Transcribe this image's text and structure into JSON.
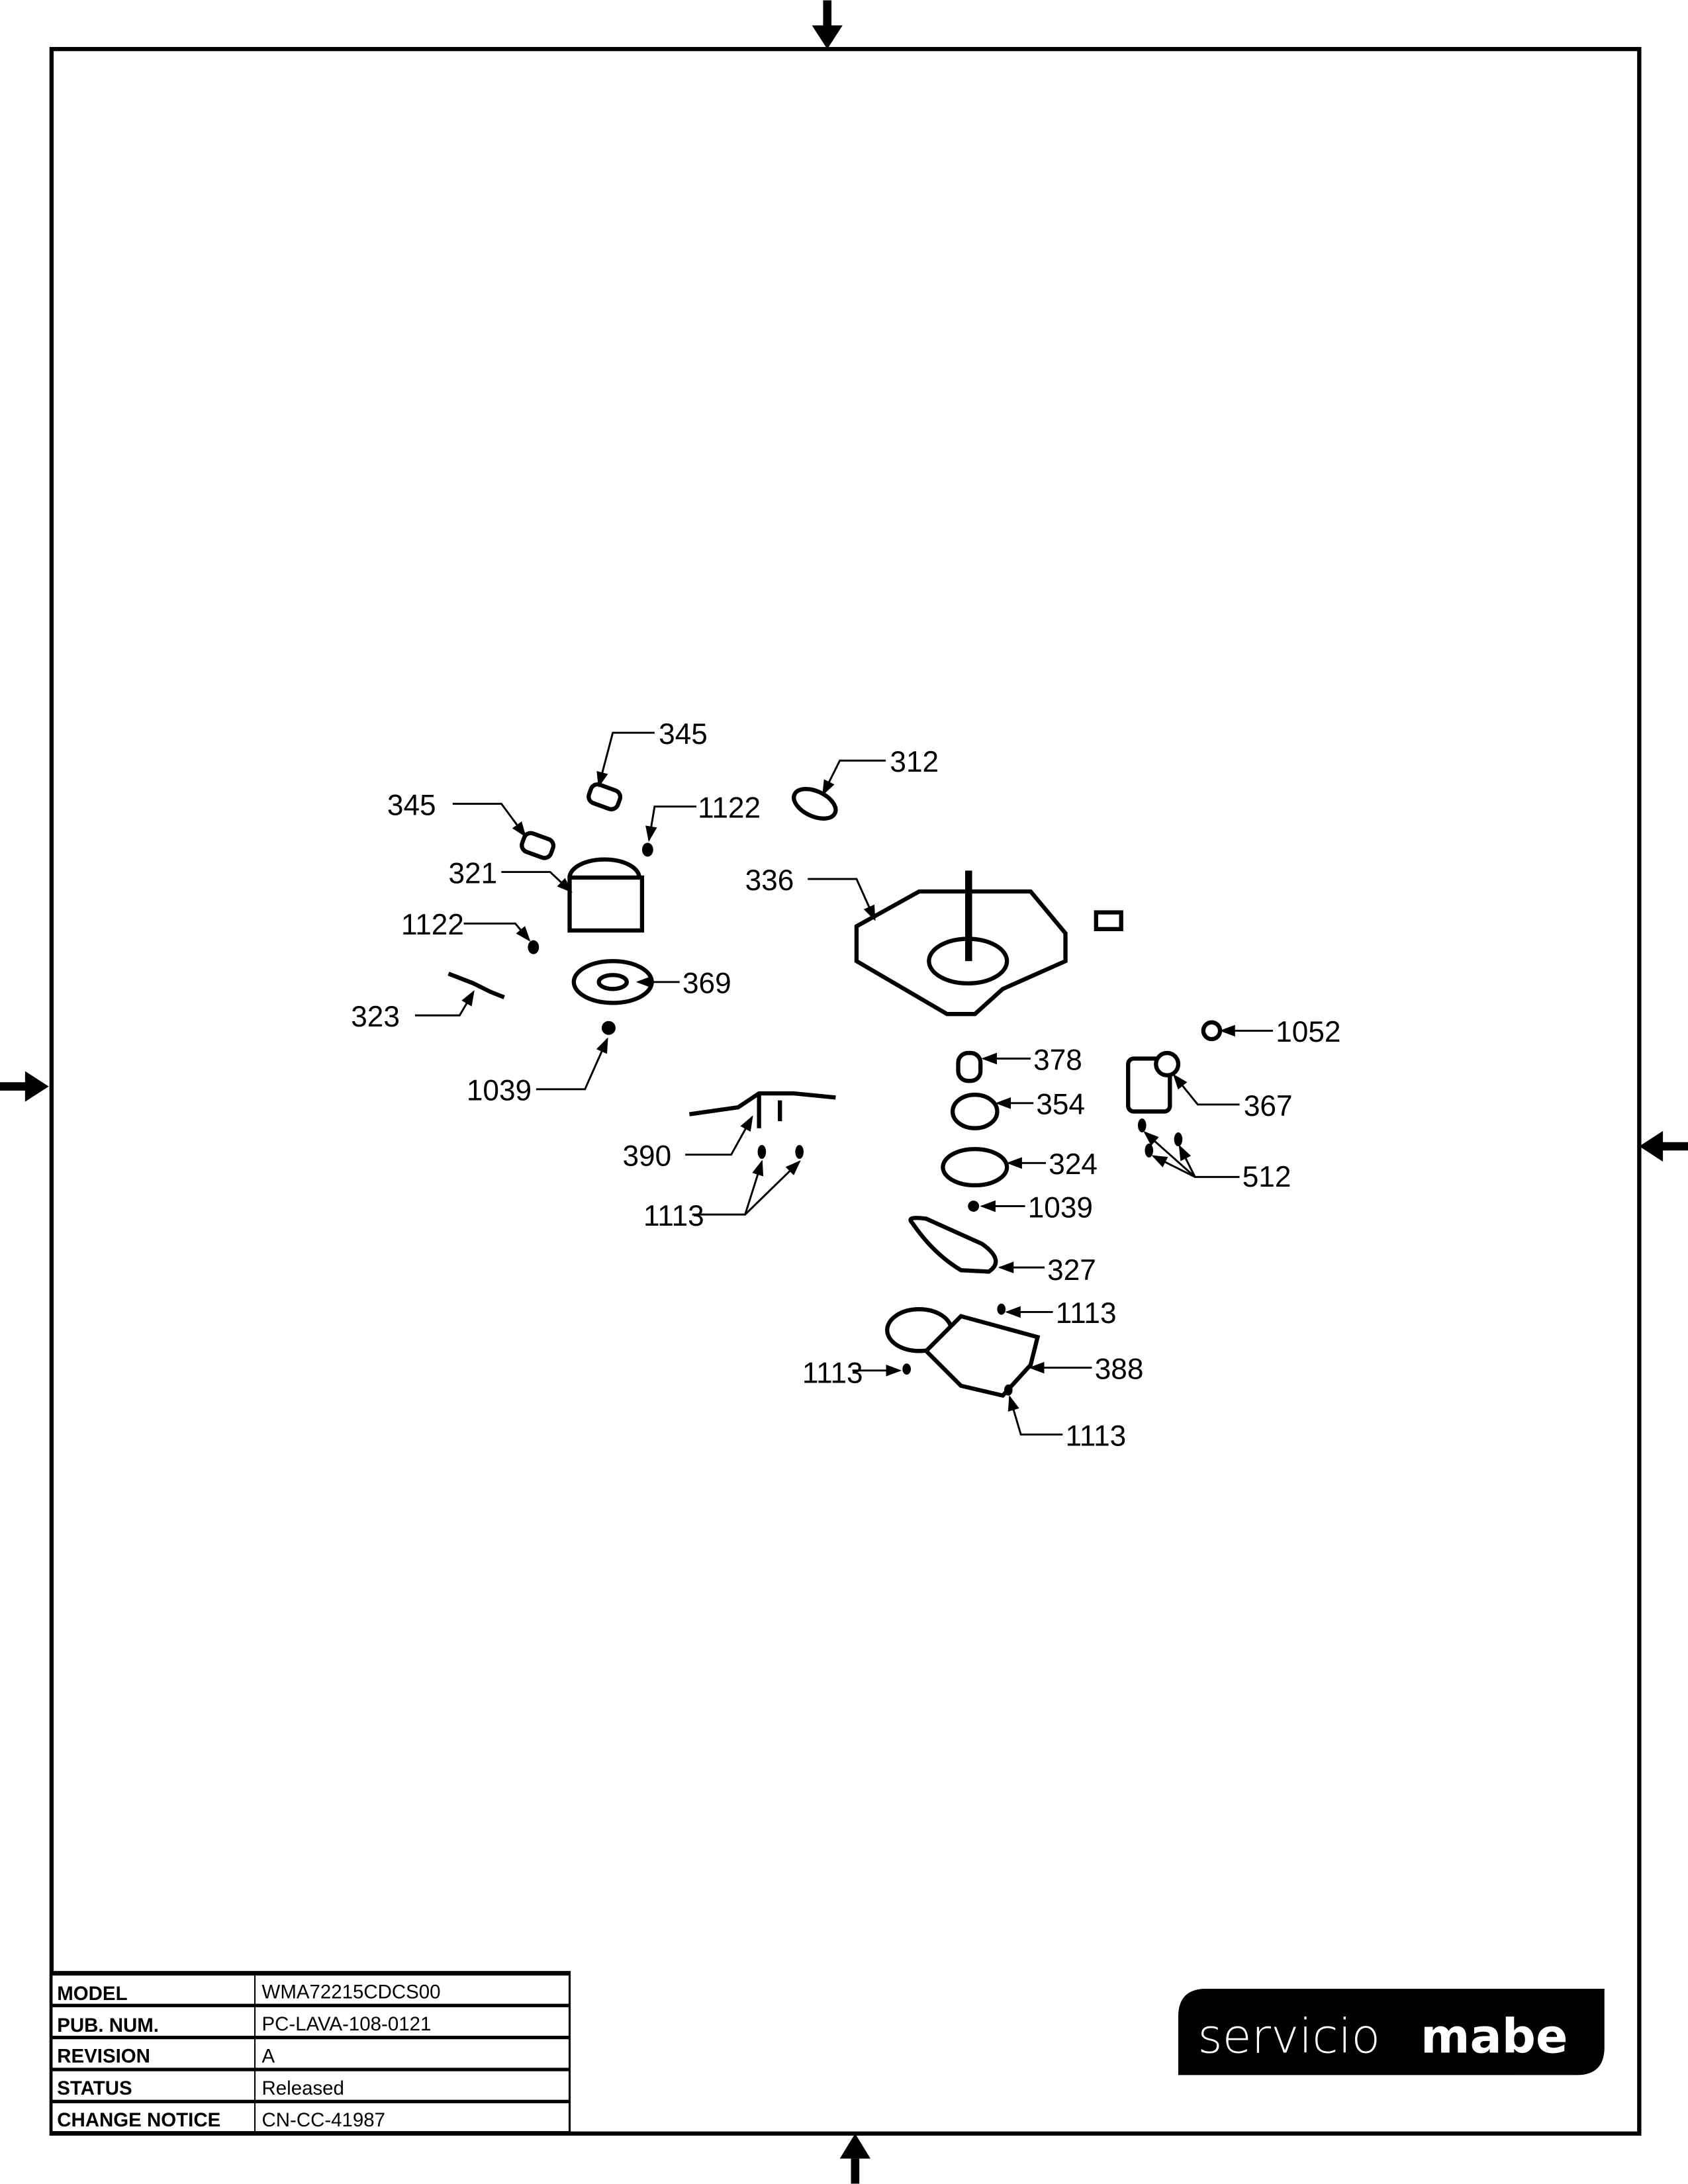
{
  "diagram": {
    "callouts": [
      "345",
      "345",
      "312",
      "1122",
      "321",
      "336",
      "1122",
      "369",
      "323",
      "1039",
      "378",
      "354",
      "1052",
      "367",
      "390",
      "324",
      "512",
      "1113",
      "1039",
      "327",
      "1113",
      "388",
      "1113",
      "1113"
    ]
  },
  "title_block": {
    "rows": [
      {
        "label": "MODEL",
        "value": "WMA72215CDCS00"
      },
      {
        "label": "PUB. NUM.",
        "value": "PC-LAVA-108-0121"
      },
      {
        "label": "REVISION",
        "value": "A"
      },
      {
        "label": "STATUS",
        "value": "Released"
      },
      {
        "label": "CHANGE NOTICE",
        "value": "CN-CC-41987"
      }
    ]
  },
  "logo": {
    "word1": "servicio",
    "word2": "mabe"
  }
}
